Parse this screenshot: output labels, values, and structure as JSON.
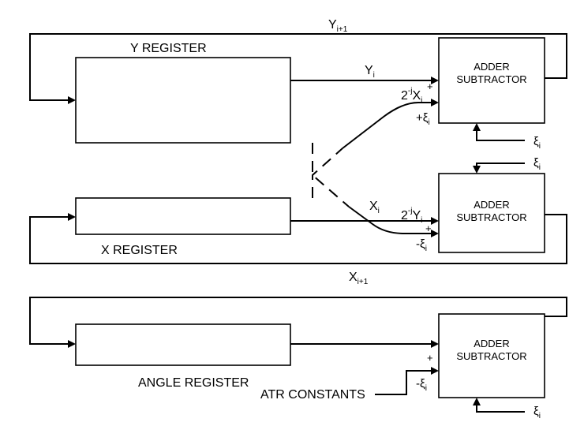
{
  "registers": {
    "y": "Y REGISTER",
    "x": "X REGISTER",
    "angle": "ANGLE REGISTER"
  },
  "adder": {
    "line1": "ADDER",
    "line2": "SUBTRACTOR"
  },
  "constants_label": "ATR CONSTANTS",
  "signals": {
    "y_next_main": "Y",
    "y_next_sub": "i+1",
    "x_next_main": "X",
    "x_next_sub": "i+1",
    "y_i_main": "Y",
    "x_i_main": "X",
    "i_sub": "i",
    "shift_base": "2",
    "shift_exp": "-j",
    "xi_glyph": "ξ",
    "plus": "+",
    "minus": "-"
  }
}
